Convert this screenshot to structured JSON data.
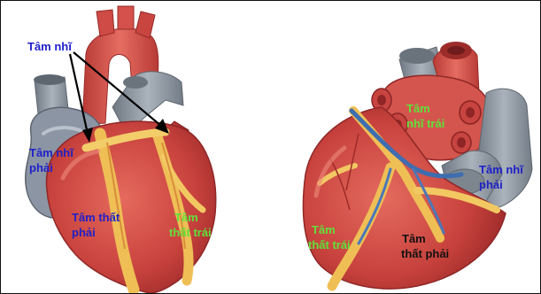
{
  "labels": {
    "atria_pointer": "Tâm nhĩ",
    "left_heart_right_atrium": {
      "line1": "Tâm nhĩ",
      "line2": "phải"
    },
    "left_heart_right_ventricle": {
      "line1": "Tâm thất",
      "line2": "phải"
    },
    "left_heart_left_ventricle": {
      "line1": "Tâm",
      "line2": "thất trái"
    },
    "right_heart_left_atrium": {
      "line1": "Tâm",
      "line2": "nhĩ trái"
    },
    "right_heart_right_atrium": {
      "line1": "Tâm nhĩ",
      "line2": "phải"
    },
    "right_heart_left_ventricle": {
      "line1": "Tâm",
      "line2": "thất trái"
    },
    "right_heart_right_ventricle": {
      "line1": "Tâm",
      "line2": "thất phải"
    }
  },
  "colors": {
    "label_blue": "#1f20c8",
    "label_green": "#5fe23a",
    "label_black": "#111111",
    "myocardium": "#cf4a44",
    "aorta": "#d9584f",
    "vein_gray": "#8e98a3",
    "fat_yellow": "#f0c25a"
  }
}
